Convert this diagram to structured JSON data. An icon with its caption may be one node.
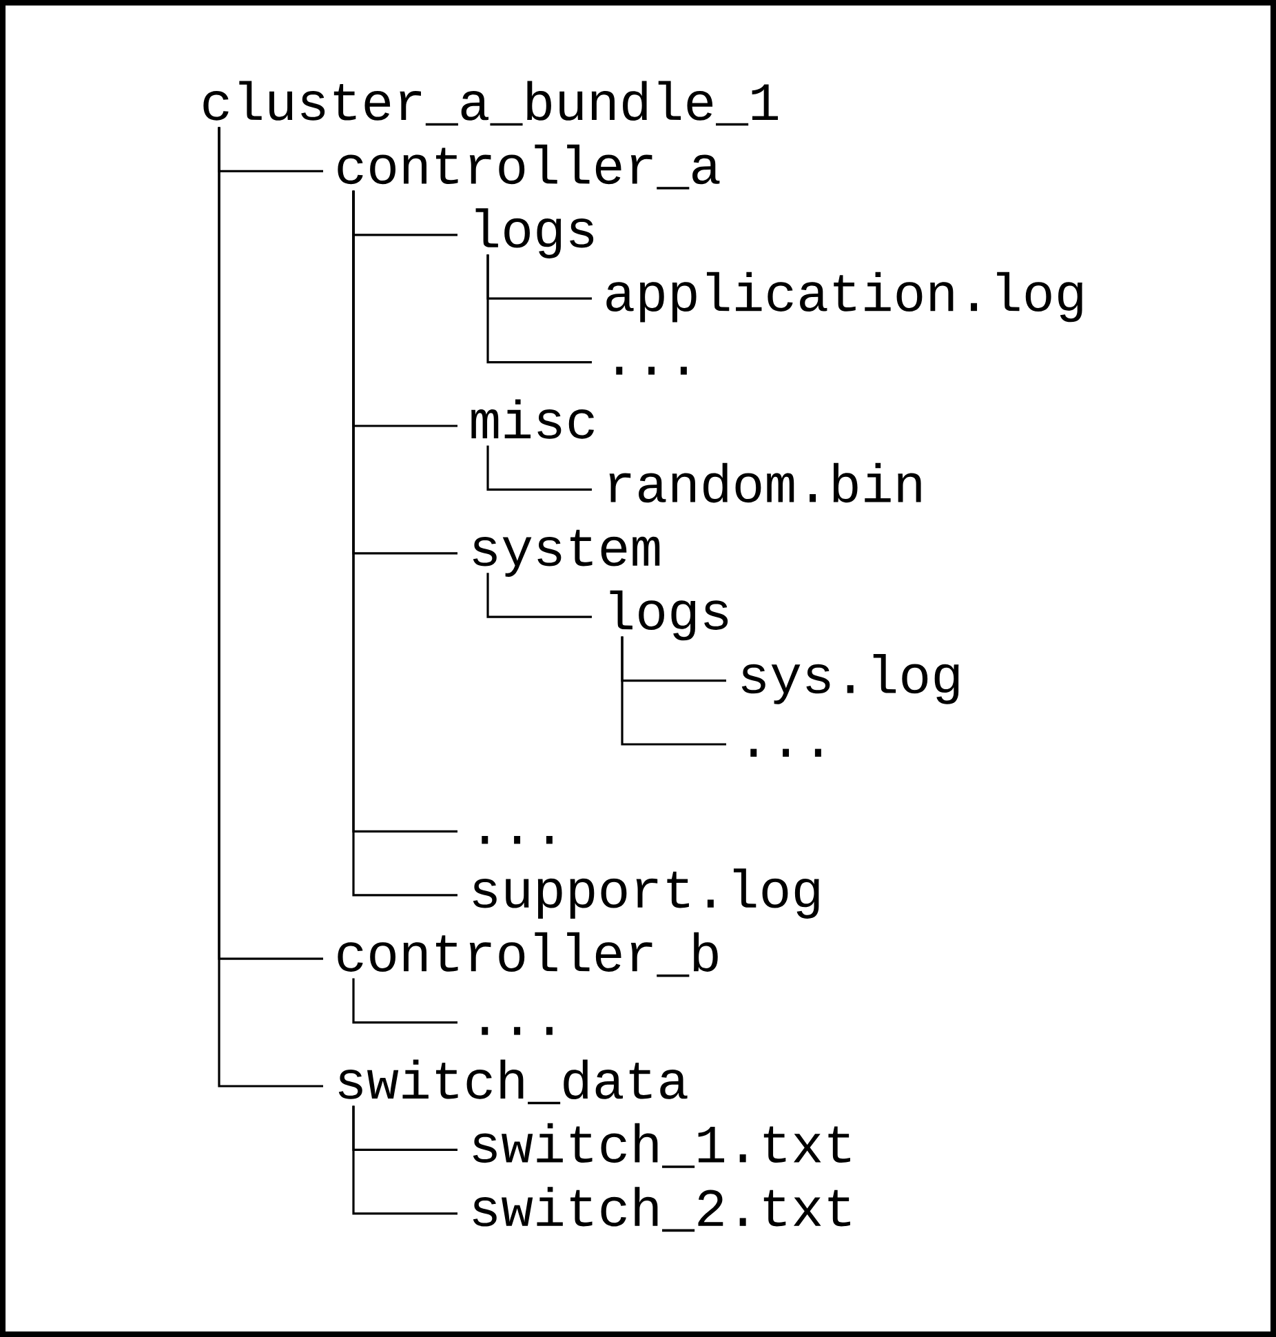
{
  "diagram": {
    "nodes": [
      {
        "text": [
          "cluster_a_bundle_1"
        ]
      },
      {
        "text": [
          "controller_a"
        ]
      },
      {
        "text": [
          "logs"
        ]
      },
      {
        "text": [
          "application.log"
        ]
      },
      {
        "text": [
          "..."
        ]
      },
      {
        "text": [
          "misc"
        ]
      },
      {
        "text": [
          "random.bin"
        ]
      },
      {
        "text": [
          "system"
        ]
      },
      {
        "text": [
          "logs"
        ]
      },
      {
        "text": [
          "sys.log"
        ]
      },
      {
        "text": [
          "..."
        ]
      },
      {
        "text": [
          "..."
        ]
      },
      {
        "text": [
          "support.log"
        ]
      },
      {
        "text": [
          "controller_b"
        ]
      },
      {
        "text": [
          "..."
        ]
      },
      {
        "text": [
          "switch_data"
        ]
      },
      {
        "text": [
          "switch_1.txt"
        ]
      },
      {
        "text": [
          "switch_2.txt"
        ]
      }
    ],
    "edges": [
      {
        "from": 0,
        "to": 1,
        "arrow": "none"
      },
      {
        "from": 1,
        "to": 2,
        "arrow": "none"
      },
      {
        "from": 2,
        "to": 3,
        "arrow": "none"
      },
      {
        "from": 2,
        "to": 4,
        "arrow": "none"
      },
      {
        "from": 1,
        "to": 5,
        "arrow": "none"
      },
      {
        "from": 5,
        "to": 6,
        "arrow": "none"
      },
      {
        "from": 1,
        "to": 7,
        "arrow": "none"
      },
      {
        "from": 7,
        "to": 8,
        "arrow": "none"
      },
      {
        "from": 8,
        "to": 9,
        "arrow": "none"
      },
      {
        "from": 8,
        "to": 10,
        "arrow": "none"
      },
      {
        "from": 1,
        "to": 11,
        "arrow": "none"
      },
      {
        "from": 1,
        "to": 12,
        "arrow": "none"
      },
      {
        "from": 0,
        "to": 13,
        "arrow": "none"
      },
      {
        "from": 13,
        "to": 14,
        "arrow": "none"
      },
      {
        "from": 0,
        "to": 15,
        "arrow": "none"
      },
      {
        "from": 15,
        "to": 16,
        "arrow": "none"
      },
      {
        "from": 15,
        "to": 17,
        "arrow": "none"
      }
    ]
  }
}
